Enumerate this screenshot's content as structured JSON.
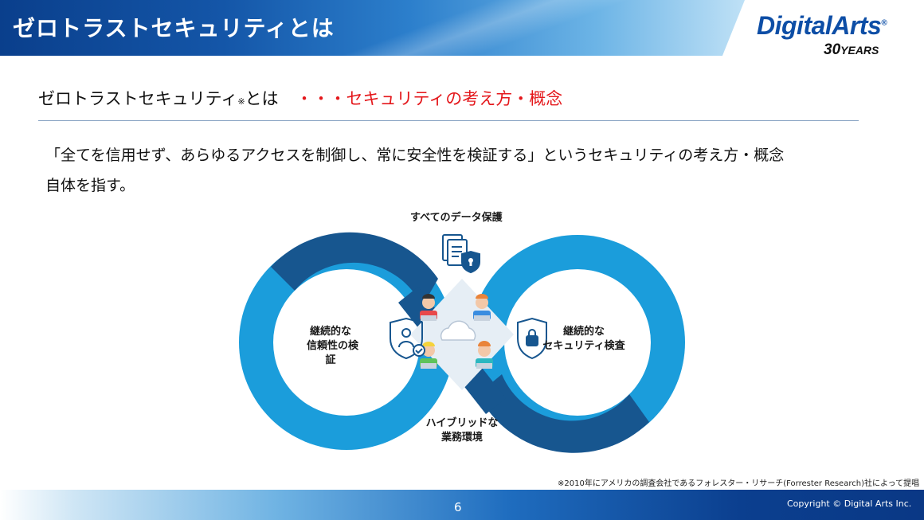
{
  "header": {
    "title": "ゼロトラストセキュリティとは",
    "logo_main": "DigitalArts",
    "logo_registered": "®",
    "logo_sub_number": "30",
    "logo_sub_word": "YEARS"
  },
  "subtitle": {
    "main": "ゼロトラストセキュリティ",
    "note_mark": "※",
    "tail": "とは",
    "red": "・・・セキュリティの考え方・概念"
  },
  "body": {
    "line1": "「全てを信用せず、あらゆるアクセスを制御し、常に安全性を検証する」というセキュリティの考え方・概念",
    "line2": "自体を指す。"
  },
  "diagram": {
    "top_label": "すべてのデータ保護",
    "left_label_line1": "継続的な",
    "left_label_line2": "信頼性の検",
    "left_label_line3": "証",
    "right_label_line1": "継続的な",
    "right_label_line2": "セキュリティ検査",
    "bottom_label_line1": "ハイブリッドな",
    "bottom_label_line2": "業務環境",
    "colors": {
      "light_blue": "#1b9ddb",
      "dark_blue": "#17568f",
      "center": "#e6eef5"
    },
    "icons": [
      "document-shield-icon",
      "user-shield-icon",
      "padlock-shield-icon",
      "cloud-icon",
      "user-laptop-icon"
    ]
  },
  "footer": {
    "footnote": "※2010年にアメリカの調査会社であるフォレスター・リサーチ(Forrester Research)社によって提唱",
    "page_number": "6",
    "copyright": "Copyright © Digital Arts Inc."
  }
}
